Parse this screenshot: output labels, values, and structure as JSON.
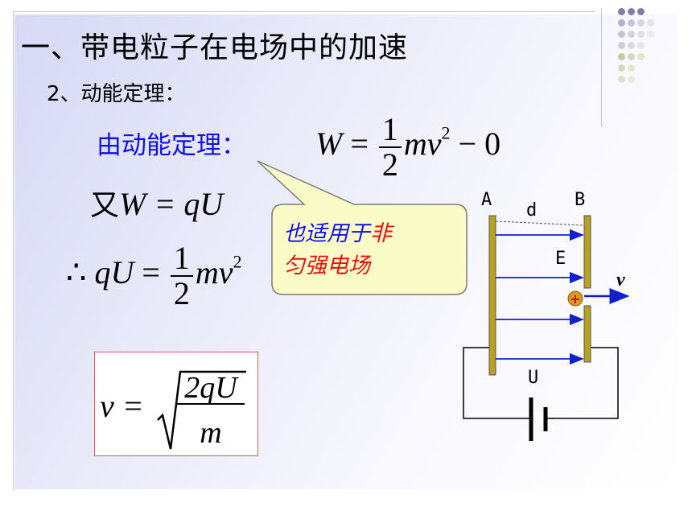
{
  "title": "一、带电粒子在电场中的加速",
  "subtitle": "2、动能定理：",
  "theorem_label": "由动能定理：",
  "equation1": {
    "lhs": "W",
    "equals": "=",
    "frac_num": "1",
    "frac_den": "2",
    "rest": "mv",
    "exp": "2",
    "tail": "− 0"
  },
  "equation2": {
    "prefix": "又",
    "body": "W = qU"
  },
  "equation3": {
    "therefore": "∴",
    "lhs": "qU",
    "equals": "=",
    "frac_num": "1",
    "frac_den": "2",
    "rest": "mv",
    "exp": "2"
  },
  "callout": {
    "line1_blue": "也适用于",
    "line1_red": "非",
    "line2_red": "匀强电场"
  },
  "result": {
    "lhs": "v =",
    "num": "2qU",
    "den": "m"
  },
  "diagram": {
    "plate_a_label": "A",
    "plate_b_label": "B",
    "distance_label": "d",
    "field_label": "E",
    "voltage_label": "U",
    "velocity_label": "v",
    "charge_sign": "+"
  },
  "colors": {
    "blue_text": "#1010e6",
    "red_text": "#e81010",
    "callout_fill": "#fbfbc8",
    "plate": "#b8a020",
    "field_arrow": "#1020cc",
    "box_border": "#e05a5a"
  }
}
